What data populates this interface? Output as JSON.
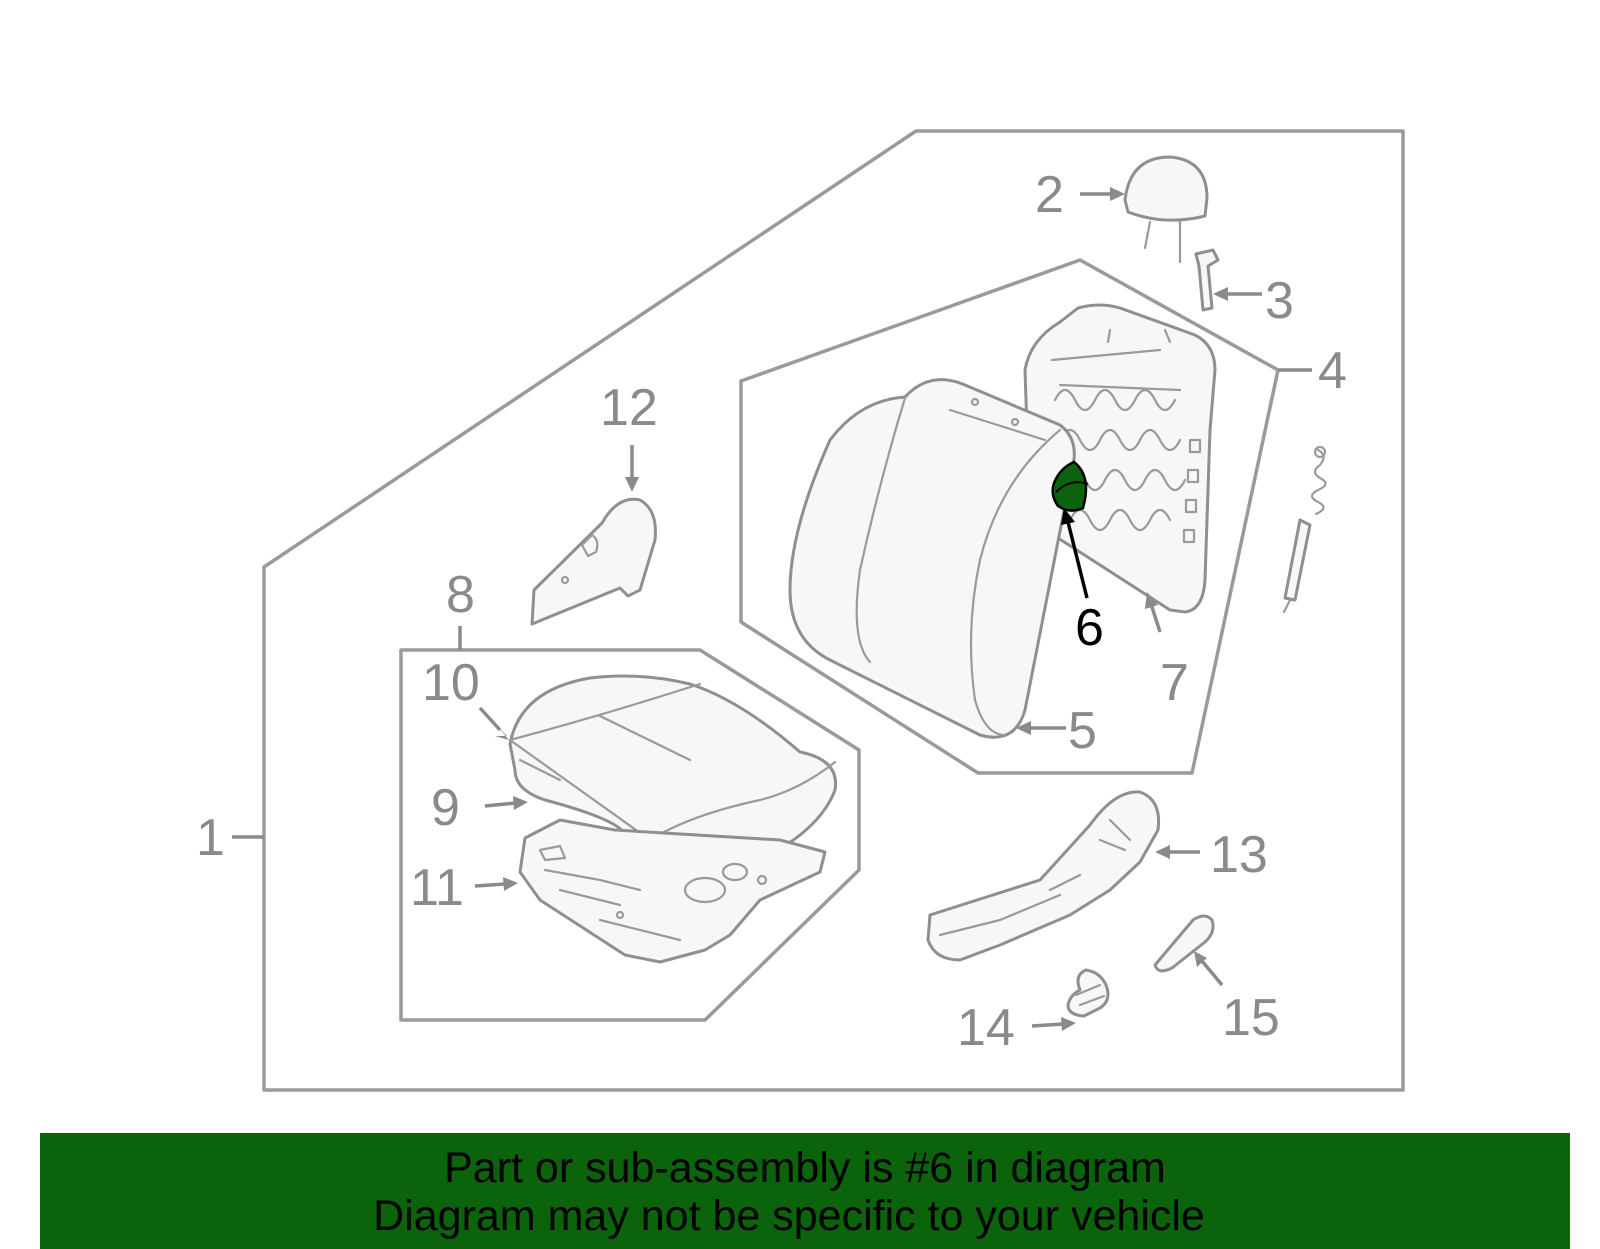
{
  "diagram": {
    "callouts": [
      {
        "id": "1",
        "label": "1"
      },
      {
        "id": "2",
        "label": "2"
      },
      {
        "id": "3",
        "label": "3"
      },
      {
        "id": "4",
        "label": "4"
      },
      {
        "id": "5",
        "label": "5"
      },
      {
        "id": "6",
        "label": "6",
        "highlighted": true
      },
      {
        "id": "7",
        "label": "7"
      },
      {
        "id": "8",
        "label": "8"
      },
      {
        "id": "9",
        "label": "9"
      },
      {
        "id": "10",
        "label": "10"
      },
      {
        "id": "11",
        "label": "11"
      },
      {
        "id": "12",
        "label": "12"
      },
      {
        "id": "13",
        "label": "13"
      },
      {
        "id": "14",
        "label": "14"
      },
      {
        "id": "15",
        "label": "15"
      }
    ],
    "highlight_color": "#0b640b",
    "line_color": "#9a9a9a",
    "fill_color": "#f7f7f7"
  },
  "footer": {
    "line1": "Part or sub-assembly is #6 in diagram",
    "line2": "Diagram may not be specific to your vehicle",
    "background": "#0b640b"
  }
}
